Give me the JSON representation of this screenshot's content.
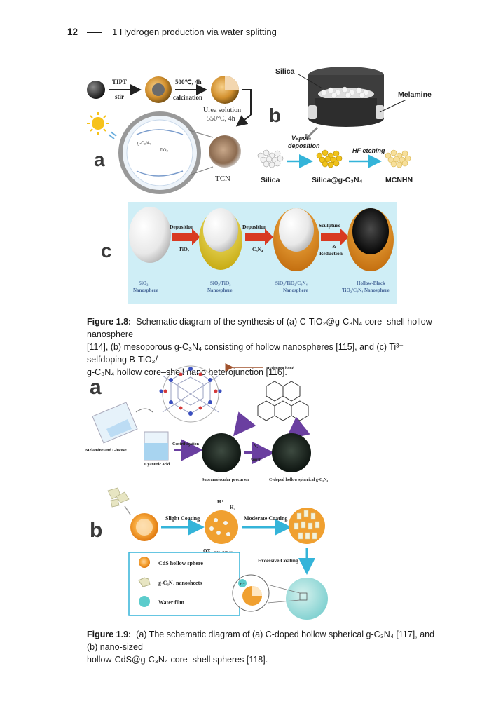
{
  "header": {
    "page_number": "12",
    "chapter": "1 Hydrogen production via water splitting"
  },
  "figure_18": {
    "panel_a": {
      "label": "a",
      "tipt": "TIPT",
      "stir": "stir",
      "temp": "500℃, 4h",
      "calcination": "calcination",
      "urea1": "Urea solution",
      "urea2": "550°C, 4h",
      "tcn": "TCN",
      "gc3n4": "g-C₃N₄",
      "tio2": "TiO₂"
    },
    "panel_b": {
      "label": "b",
      "silica_top": "Silica",
      "melamine": "Melamine",
      "vapor1": "Vapor",
      "vapor2": "deposition",
      "hf": "HF etching",
      "silica": "Silica",
      "silica_gcn": "Silica@g-C₃N₄",
      "mcnhn": "MCNHN"
    },
    "panel_c": {
      "label": "c",
      "arrow1_top": "Deposition",
      "arrow1_bot": "TiO₂",
      "arrow2_top": "Deposition",
      "arrow2_bot": "C₃N₄",
      "arrow3_top": "Sculpture",
      "arrow3_mid": "&",
      "arrow3_bot": "Reduction",
      "n1a": "SiO₂",
      "n1b": "Nanosphere",
      "n2a": "SiO₂/TiO₂",
      "n2b": "Nanosphere",
      "n3a": "SiO₂/TiO₂/C₃N₄",
      "n3b": "Nanosphere",
      "n4a": "Hollow-Black",
      "n4b": "TiO₂/C₃N₄ Nanosphere"
    },
    "caption_lines": [
      "Schematic diagram of the synthesis of (a) C-TiO₂@g-C₃N₄ core–shell hollow nanosphere",
      "[114], (b) mesoporous g-C₃N₄ consisting of hollow nanospheres [115], and (c) Ti³⁺ selfdoping B-TiO₂/",
      "g-C₃N₄ hollow core–shell nano heterojunction [116]."
    ],
    "caption_label": "Figure 1.8:"
  },
  "figure_19": {
    "panel_a": {
      "label": "a",
      "hbond": "Hydrogen bond",
      "melamine": "Melamine and Glucose",
      "cyanuric": "Cyanuric acid",
      "centrifugation": "Centrifugation",
      "n2": "N₂",
      "temp": "500°C",
      "supra": "Supramolecular precursor",
      "cdoped": "C-doped hollow spherical g-C₃N₄"
    },
    "panel_b": {
      "label": "b",
      "slight": "Slight Coating",
      "moderate": "Moderate Coating",
      "excessive": "Excessive Coating",
      "hplus": "H⁺",
      "h2": "H₂",
      "ox": "OX",
      "s2": "S²⁻, SO₃²⁻",
      "legend_cds": "CdS hollow sphere",
      "legend_gcn": "g-C₃N₄ nanosheets",
      "legend_water": "Water film",
      "inset_h": "H⁺"
    },
    "caption_label": "Figure 1.9:",
    "caption_lines": [
      "(a) The schematic diagram of (a) C-doped hollow spherical g-C₃N₄ [117], and (b) nano-sized",
      "hollow-CdS@g-C₃N₄ core–shell spheres [118]."
    ]
  },
  "colors": {
    "orange": "#f2a23a",
    "cyan_bg": "#cfeef6",
    "arrow_red": "#d83a22",
    "purple": "#6a3fa0",
    "teal": "#34b4d9"
  }
}
